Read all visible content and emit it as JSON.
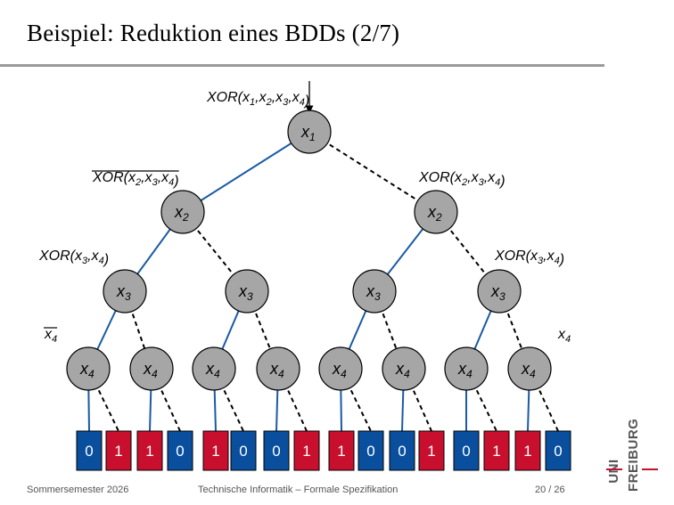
{
  "title": "Beispiel: Reduktion eines BDDs (2/7)",
  "labels": {
    "root": {
      "pre": "XOR(",
      "args": [
        [
          "x",
          "1"
        ],
        [
          "x",
          "2"
        ],
        [
          "x",
          "3"
        ],
        [
          "x",
          "4"
        ]
      ],
      "post": ")",
      "overline": false
    },
    "left_l1": {
      "pre": "XOR(",
      "args": [
        [
          "x",
          "2"
        ],
        [
          "x",
          "3"
        ],
        [
          "x",
          "4"
        ]
      ],
      "post": ")",
      "overline": true
    },
    "right_l1": {
      "pre": "XOR(",
      "args": [
        [
          "x",
          "2"
        ],
        [
          "x",
          "3"
        ],
        [
          "x",
          "4"
        ]
      ],
      "post": ")",
      "overline": false
    },
    "left_l2": {
      "pre": "XOR(",
      "args": [
        [
          "x",
          "3"
        ],
        [
          "x",
          "4"
        ]
      ],
      "post": ")",
      "overline": false
    },
    "right_l2": {
      "pre": "XOR(",
      "args": [
        [
          "x",
          "3"
        ],
        [
          "x",
          "4"
        ]
      ],
      "post": ")",
      "overline": false
    },
    "left_l3": {
      "pre": "",
      "args": [
        [
          "x",
          "4"
        ]
      ],
      "post": "",
      "overline": true
    },
    "right_l3": {
      "pre": "",
      "args": [
        [
          "x",
          "4"
        ]
      ],
      "post": "",
      "overline": false
    }
  },
  "node_levels": [
    {
      "var": "x",
      "sub": "1"
    },
    {
      "var": "x",
      "sub": "2"
    },
    {
      "var": "x",
      "sub": "3"
    },
    {
      "var": "x",
      "sub": "4"
    }
  ],
  "leaves": [
    "0",
    "1",
    "1",
    "0",
    "1",
    "0",
    "0",
    "1",
    "1",
    "0",
    "0",
    "1",
    "0",
    "1",
    "1",
    "0"
  ],
  "colors": {
    "node_fill": "#a6a6a6",
    "solid_edge": "#1a5aa5",
    "dashed_edge": "#000000",
    "leaf_0": "#0a4f9e",
    "leaf_1": "#c8102e"
  },
  "footer": {
    "left": "Sommersemester 2026",
    "center": "Technische Informatik – Formale Spezifikation",
    "right": "20 / 26"
  },
  "logo": {
    "top": "UNI",
    "bottom": "FREIBURG"
  }
}
